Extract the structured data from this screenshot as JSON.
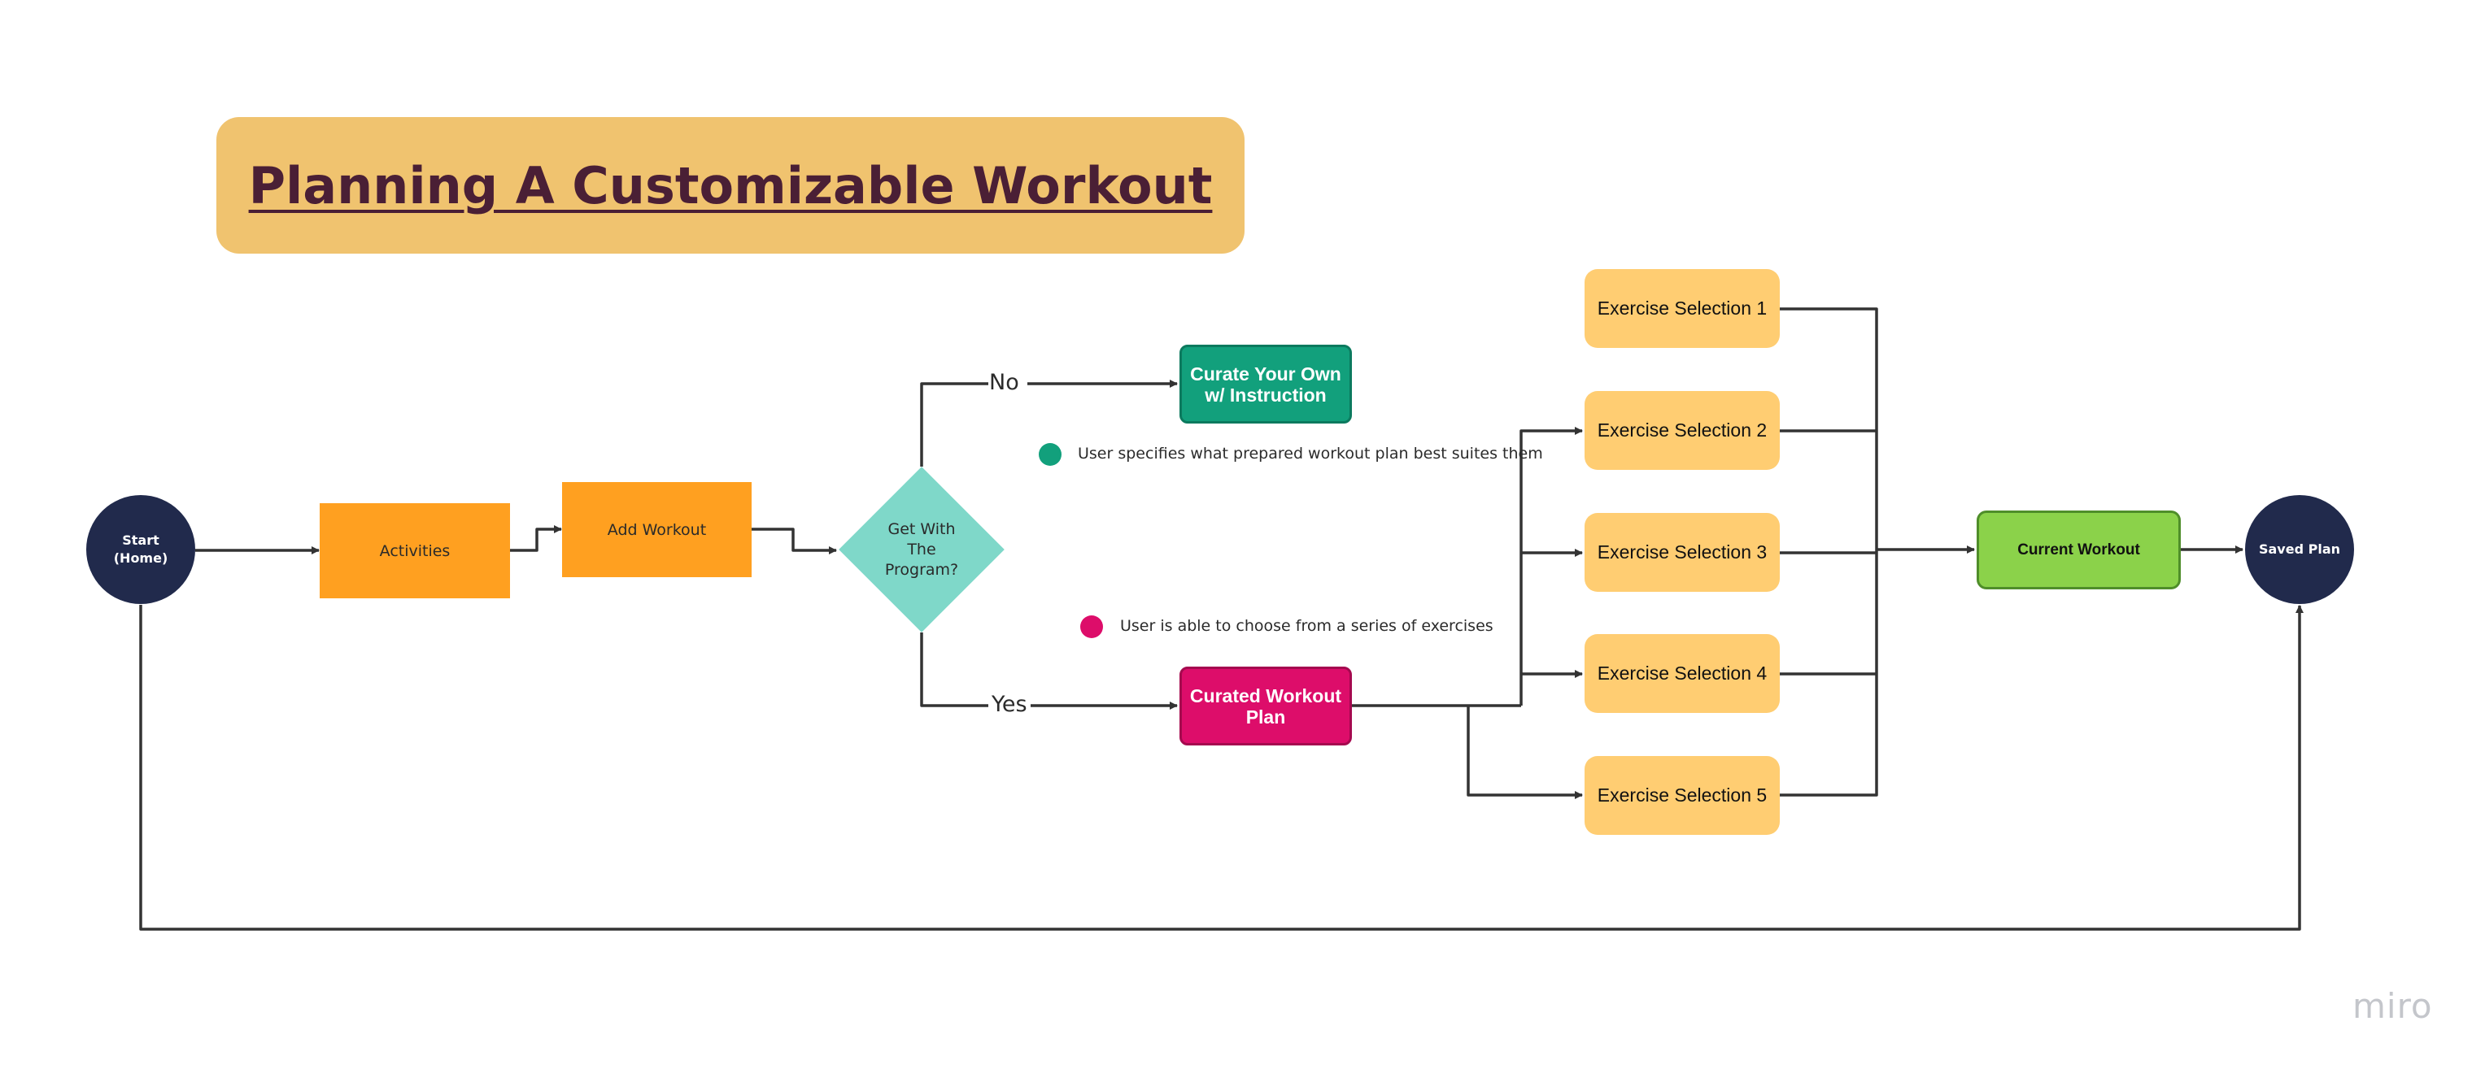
{
  "title": "Planning A Customizable Workout",
  "nodes": {
    "start": "Start\n(Home)",
    "activities": "Activities",
    "add_workout": "Add Workout",
    "decision": "Get With\nThe\nProgram?",
    "curate_own": "Curate Your Own\nw/ Instruction",
    "curated_plan": "Curated Workout\nPlan",
    "exercises": [
      "Exercise Selection 1",
      "Exercise Selection 2",
      "Exercise Selection 3",
      "Exercise Selection 4",
      "Exercise Selection 5"
    ],
    "current_workout": "Current Workout",
    "saved_plan": "Saved Plan"
  },
  "edge_labels": {
    "no": "No",
    "yes": "Yes"
  },
  "notes": {
    "teal": "User specifies what prepared workout plan best suites them",
    "pink": "User is able to choose from a series of exercises"
  },
  "colors": {
    "title_bg": "#f0c36f",
    "circle": "#212a4c",
    "orange": "#ffa020",
    "decision": "#7fd8c9",
    "teal": "#12a07c",
    "pink": "#dd0d6a",
    "exercise": "#ffcd72",
    "green": "#8bd24a",
    "line": "#333333"
  },
  "watermark": "miro"
}
